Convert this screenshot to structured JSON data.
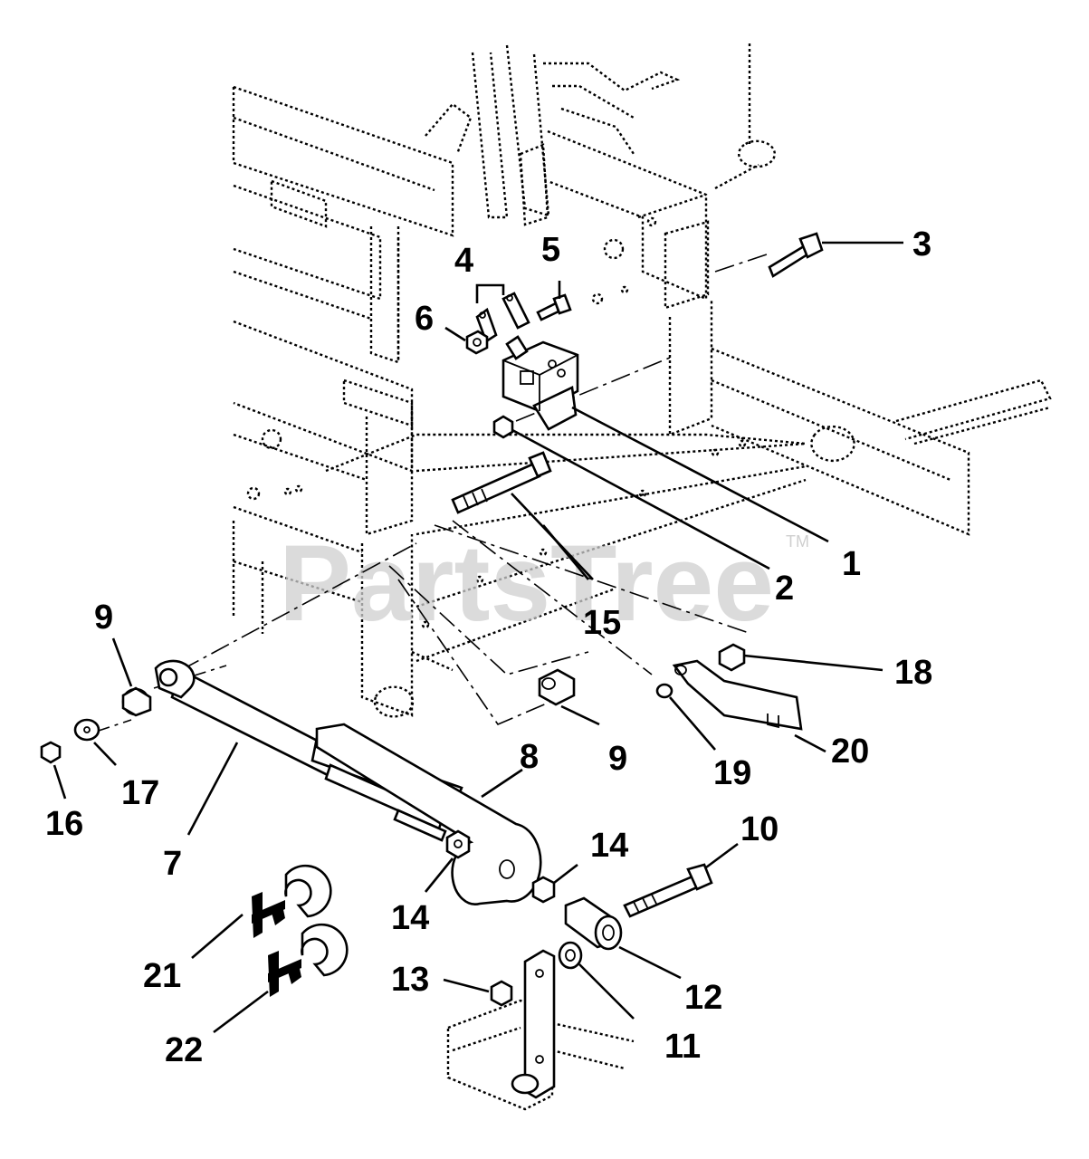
{
  "diagram": {
    "watermark": "PartsTree",
    "watermark_tm": "TM",
    "callouts": [
      "1",
      "2",
      "3",
      "4",
      "5",
      "6",
      "7",
      "8",
      "9",
      "9",
      "10",
      "11",
      "12",
      "13",
      "14",
      "14",
      "15",
      "16",
      "17",
      "18",
      "19",
      "20",
      "21",
      "22"
    ]
  }
}
